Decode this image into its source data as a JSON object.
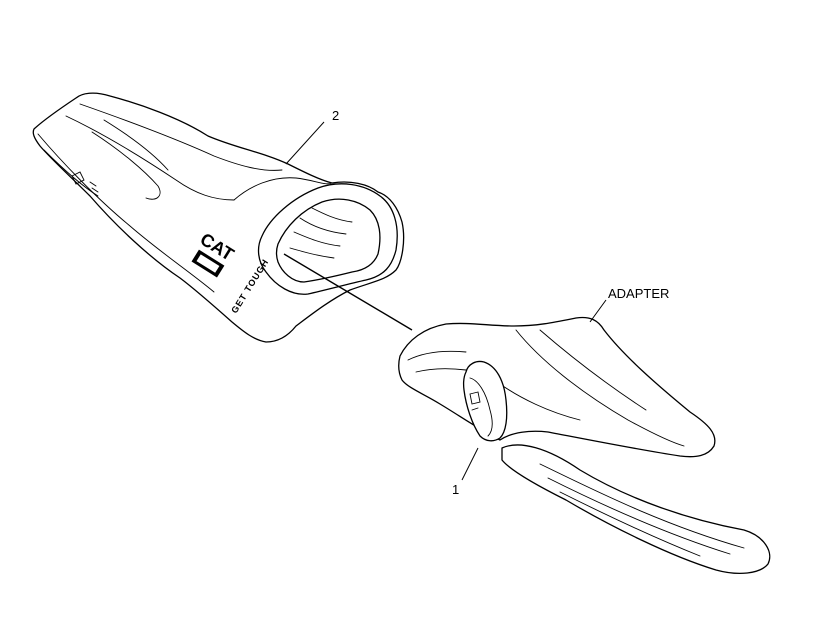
{
  "callouts": {
    "tip_number": "2",
    "retainer_number": "1",
    "adapter_label": "ADAPTER"
  },
  "part_markings": {
    "logo": "CAT",
    "side_text": "GET TOUGH"
  },
  "colors": {
    "line": "#000000",
    "background": "#ffffff"
  }
}
